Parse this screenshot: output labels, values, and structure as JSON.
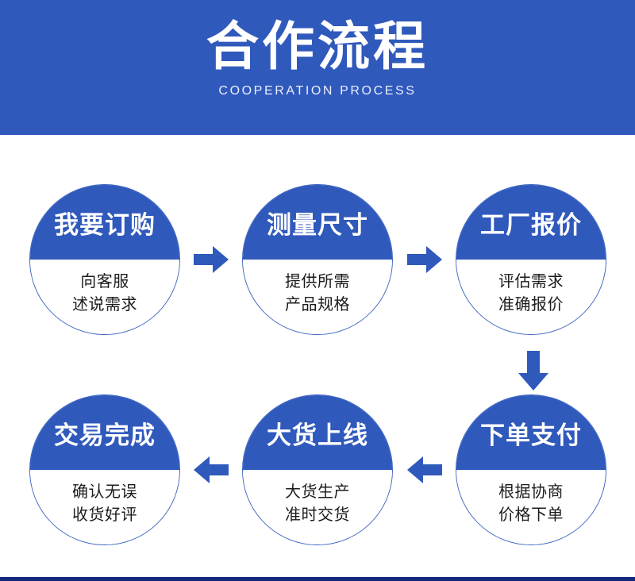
{
  "header": {
    "title": "合作流程",
    "subtitle": "COOPERATION PROCESS",
    "background_color": "#3059bc",
    "title_color": "#ffffff"
  },
  "theme": {
    "primary_blue": "#3059bc",
    "circle_border": "#3a63c0",
    "arrow_color": "#3059bc",
    "footer_color": "#14297e",
    "body_text": "#1c1c1c"
  },
  "flow": {
    "steps": [
      {
        "index": 1,
        "title": "我要订购",
        "desc_lines": [
          "向客服",
          "述说需求"
        ]
      },
      {
        "index": 2,
        "title": "测量尺寸",
        "desc_lines": [
          "提供所需",
          "产品规格"
        ]
      },
      {
        "index": 3,
        "title": "工厂报价",
        "desc_lines": [
          "评估需求",
          "准确报价"
        ]
      },
      {
        "index": 4,
        "title": "下单支付",
        "desc_lines": [
          "根据协商",
          "价格下单"
        ]
      },
      {
        "index": 5,
        "title": "大货上线",
        "desc_lines": [
          "大货生产",
          "准时交货"
        ]
      },
      {
        "index": 6,
        "title": "交易完成",
        "desc_lines": [
          "确认无误",
          "收货好评"
        ]
      }
    ],
    "connectors": [
      {
        "id": 1,
        "direction": "right",
        "from": 1,
        "to": 2
      },
      {
        "id": 2,
        "direction": "right",
        "from": 2,
        "to": 3
      },
      {
        "id": 3,
        "direction": "down",
        "from": 3,
        "to": 4
      },
      {
        "id": 4,
        "direction": "left",
        "from": 4,
        "to": 5
      },
      {
        "id": 5,
        "direction": "left",
        "from": 5,
        "to": 6
      }
    ]
  }
}
